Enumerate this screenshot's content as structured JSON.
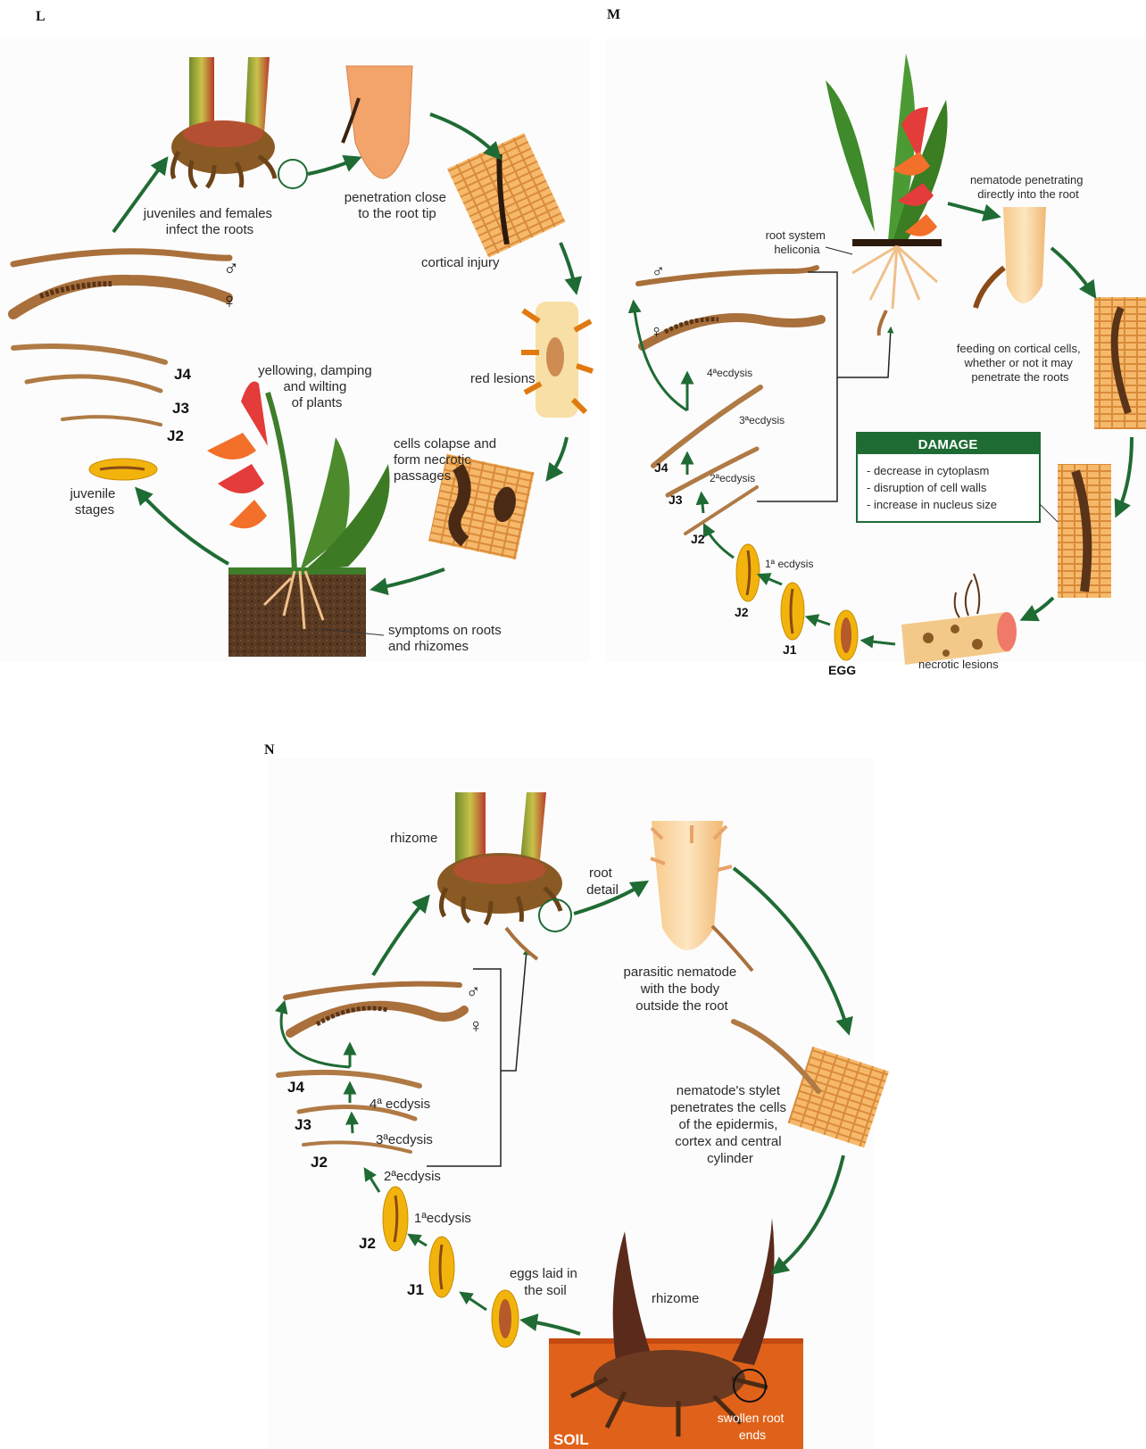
{
  "panels": {
    "L": {
      "letter": "L",
      "labels": {
        "penetration": [
          "penetration close",
          "to the root tip"
        ],
        "infect": [
          "juveniles and females",
          "infect the roots"
        ],
        "cortical": "cortical injury",
        "red_lesions": "red lesions",
        "yellowing": [
          "yellowing, damping",
          "and wilting",
          "of plants"
        ],
        "cells": [
          "cells colapse and",
          "form necrotic",
          "passages"
        ],
        "juvenile": [
          "juvenile",
          "stages"
        ],
        "symptoms": [
          "symptoms on roots",
          "and rhizomes"
        ],
        "J4": "J4",
        "J3": "J3",
        "J2": "J2",
        "male": "♂",
        "female": "♀"
      }
    },
    "M": {
      "letter": "M",
      "labels": {
        "penetrating": [
          "nematode penetrating",
          "directly into the root"
        ],
        "root_system": [
          "root system",
          "heliconia"
        ],
        "feeding": [
          "feeding on cortical cells,",
          "whether or not it may",
          "penetrate the roots"
        ],
        "damage_title": "DAMAGE",
        "damage_items": [
          "- decrease in cytoplasm",
          "- disruption of cell walls",
          "- increase in nucleus size"
        ],
        "ecdysis4": "4ªecdysis",
        "ecdysis3": "3ªecdysis",
        "ecdysis2": "2ªecdysis",
        "ecdysis1": "1ª ecdysis",
        "J4": "J4",
        "J3": "J3",
        "J2a": "J2",
        "J2b": "J2",
        "J1": "J1",
        "egg": "EGG",
        "necrotic": "necrotic lesions",
        "male": "♂",
        "female": "♀"
      }
    },
    "N": {
      "letter": "N",
      "labels": {
        "rhizome_top": "rhizome",
        "root_detail": [
          "root",
          "detail"
        ],
        "parasitic": [
          "parasitic nematode",
          "with the body",
          "outside the root"
        ],
        "stylet": [
          "nematode's stylet",
          "penetrates the cells",
          "of the epidermis,",
          "cortex and central",
          "cylinder"
        ],
        "ecdysis4": "4ª ecdysis",
        "ecdysis3": "3ªecdysis",
        "ecdysis2": "2ªecdysis",
        "ecdysis1": "1ªecdysis",
        "J4": "J4",
        "J3": "J3",
        "J2a": "J2",
        "J2b": "J2",
        "J1": "J1",
        "eggs": [
          "eggs laid in",
          "the soil"
        ],
        "rhizome_bottom": "rhizome",
        "soil": "SOIL",
        "swollen": [
          "swollen root",
          "ends"
        ],
        "male": "♂",
        "female": "♀"
      }
    }
  },
  "colors": {
    "arrow": "#1f6b34",
    "nematode": "#b0723a",
    "egg_yellow": "#f2b40c",
    "damage_green": "#1f6b34",
    "soil": "#e0621a"
  }
}
